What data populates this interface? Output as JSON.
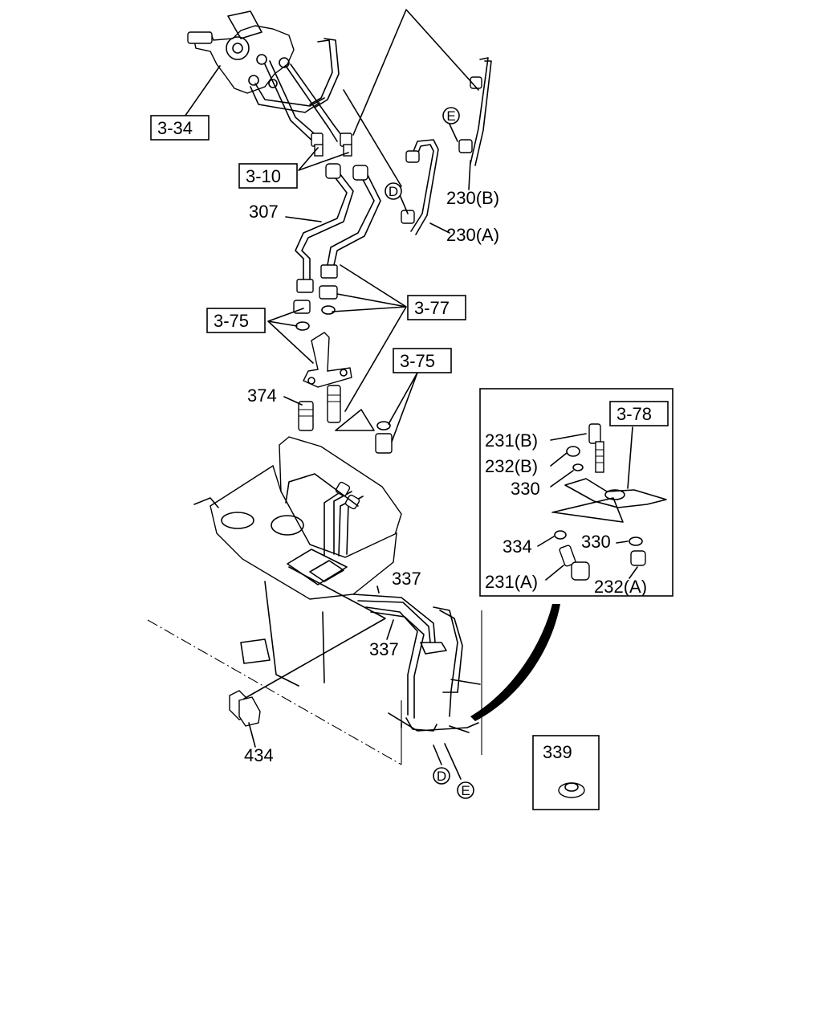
{
  "labels": {
    "l334a": "3-34",
    "l310": "3-10",
    "l307": "307",
    "l230a": "230(A)",
    "l230b": "230(B)",
    "l375a": "3-75",
    "l377": "3-77",
    "l375b": "3-75",
    "l374": "374",
    "l378": "3-78",
    "l231b": "231(B)",
    "l232b": "232(B)",
    "l330a": "330",
    "l334": "334",
    "l330b": "330",
    "l231a": "231(A)",
    "l232a": "232(A)",
    "l337a": "337",
    "l337b": "337",
    "l434": "434",
    "l339": "339",
    "cD1": "D",
    "cE1": "E",
    "cD2": "D",
    "cE2": "E"
  }
}
